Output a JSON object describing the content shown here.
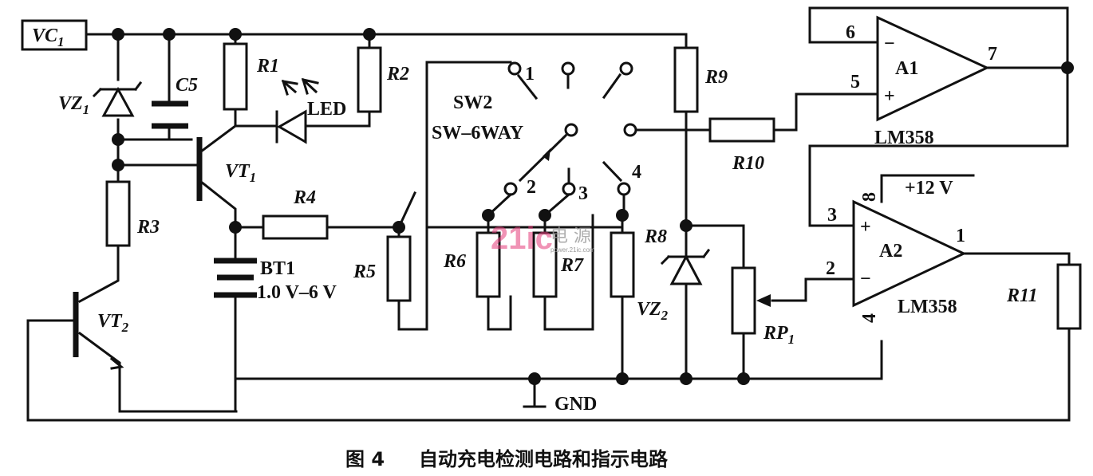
{
  "labels": {
    "vc1": "VC",
    "vc1_sub": "1",
    "vz1": "VZ",
    "vz1_sub": "1",
    "c5": "C5",
    "r1": "R1",
    "r2": "R2",
    "led": "LED",
    "vt1": "VT",
    "vt1_sub": "1",
    "r3": "R3",
    "r4": "R4",
    "vt2": "VT",
    "vt2_sub": "2",
    "bt1": "BT1",
    "bt1_range": "1.0 V–6 V",
    "sw2": "SW2",
    "sw_type": "SW–6WAY",
    "pos1": "1",
    "pos2": "2",
    "pos3": "3",
    "pos4": "4",
    "r5": "R5",
    "r6": "R6",
    "r7": "R7",
    "r8": "R8",
    "vz2": "VZ",
    "vz2_sub": "2",
    "r9": "R9",
    "r10": "R10",
    "rp1": "RP",
    "rp1_sub": "1",
    "r11": "R11",
    "gnd": "GND"
  },
  "opamp_a1": {
    "name": "A1",
    "part": "LM358",
    "pin_inv": "6",
    "pin_noninv": "5",
    "pin_out": "7",
    "minus": "−",
    "plus": "+"
  },
  "opamp_a2": {
    "name": "A2",
    "part": "LM358",
    "pin_noninv": "3",
    "pin_inv": "2",
    "pin_out": "1",
    "pin_vcc": "8",
    "pin_gnd": "4",
    "supply": "+12 V",
    "minus": "−",
    "plus": "+"
  },
  "watermark": {
    "logo": "21ic",
    "text": "电 源",
    "url": "power.21ic.com"
  },
  "caption": {
    "figure": "图 4",
    "title": "自动充电检测电路和指示电路"
  }
}
